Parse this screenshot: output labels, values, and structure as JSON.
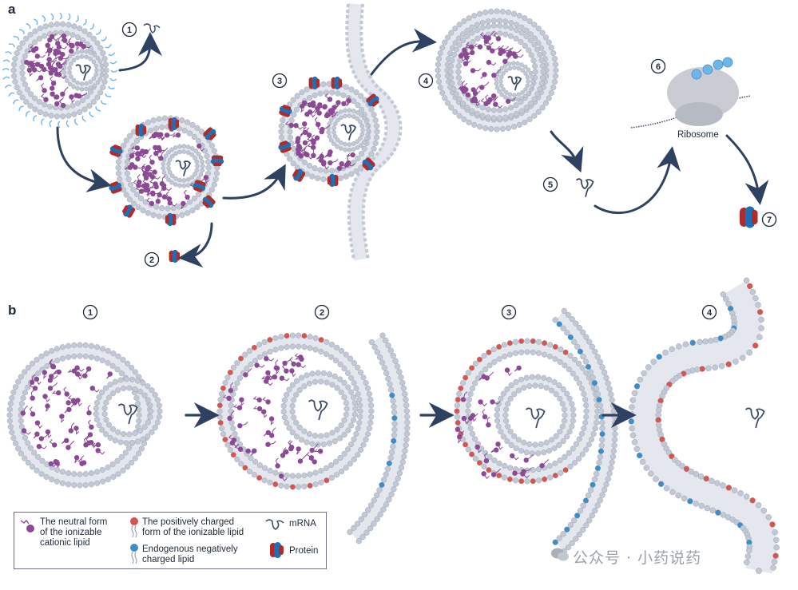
{
  "panels": {
    "a": "a",
    "b": "b"
  },
  "panel_a": {
    "steps": [
      "1",
      "2",
      "3",
      "4",
      "5",
      "6",
      "7"
    ],
    "ribosome_label": "Ribosome"
  },
  "panel_b": {
    "steps": [
      "1",
      "2",
      "3",
      "4"
    ]
  },
  "legend": {
    "neutral": [
      "The neutral form",
      "of the ionizable",
      "cationic lipid"
    ],
    "positive": [
      "The positively charged",
      "form of the ionizable lipid"
    ],
    "negative": [
      "Endogenous negatively",
      "charged lipid"
    ],
    "mrna": "mRNA",
    "protein": "Protein"
  },
  "watermark": "公众号 · 小药说药",
  "colors": {
    "lipid_head": "#c2c8d4",
    "lipid_shade": "#e4e7ee",
    "neutral_lipid": "#8b4a94",
    "positive_lipid": "#d9534f",
    "negative_lipid": "#3b8fc8",
    "protein_red": "#b22a2a",
    "protein_blue": "#1f6fb5",
    "peg": "#6fb6e6",
    "arrow": "#2f4160"
  }
}
